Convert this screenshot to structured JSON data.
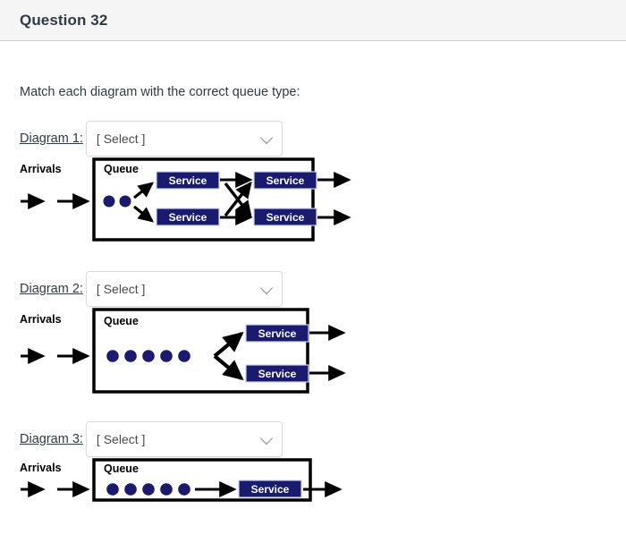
{
  "header": {
    "title": "Question 32"
  },
  "prompt": "Match each diagram with the correct queue type:",
  "matches": [
    {
      "label": "Diagram 1:",
      "select_value": "[ Select ]",
      "chevron_icon": "chevron-down-icon"
    },
    {
      "label": "Diagram 2:",
      "select_value": "[ Select ]",
      "chevron_icon": "chevron-down-icon"
    },
    {
      "label": "Diagram 3:",
      "select_value": "[ Select ]",
      "chevron_icon": "chevron-down-icon"
    }
  ],
  "diagrams": [
    {
      "id": "diagram-1",
      "arrivals_label": "Arrivals",
      "queue_label": "Queue",
      "queue_dots": 2,
      "service_labels": [
        "Service",
        "Service",
        "Service",
        "Service"
      ],
      "channels": 2,
      "phases": 2,
      "arrival_arrows": 2,
      "exit_arrows": 2,
      "has_crossing_arrows": true
    },
    {
      "id": "diagram-2",
      "arrivals_label": "Arrivals",
      "queue_label": "Queue",
      "queue_dots": 5,
      "service_labels": [
        "Service",
        "Service"
      ],
      "channels": 2,
      "phases": 1,
      "arrival_arrows": 2,
      "exit_arrows": 2,
      "has_crossing_arrows": false
    },
    {
      "id": "diagram-3",
      "arrivals_label": "Arrivals",
      "queue_label": "Queue",
      "queue_dots": 5,
      "service_labels": [
        "Service"
      ],
      "channels": 1,
      "phases": 1,
      "arrival_arrows": 2,
      "exit_arrows": 1,
      "has_crossing_arrows": false
    }
  ],
  "colors": {
    "service_box": "#1a1a6e",
    "service_text": "#ffffff",
    "queue_dot": "#1a1a6e",
    "line": "#000000",
    "header_bg": "#f5f5f5",
    "text": "#2d3b45"
  }
}
